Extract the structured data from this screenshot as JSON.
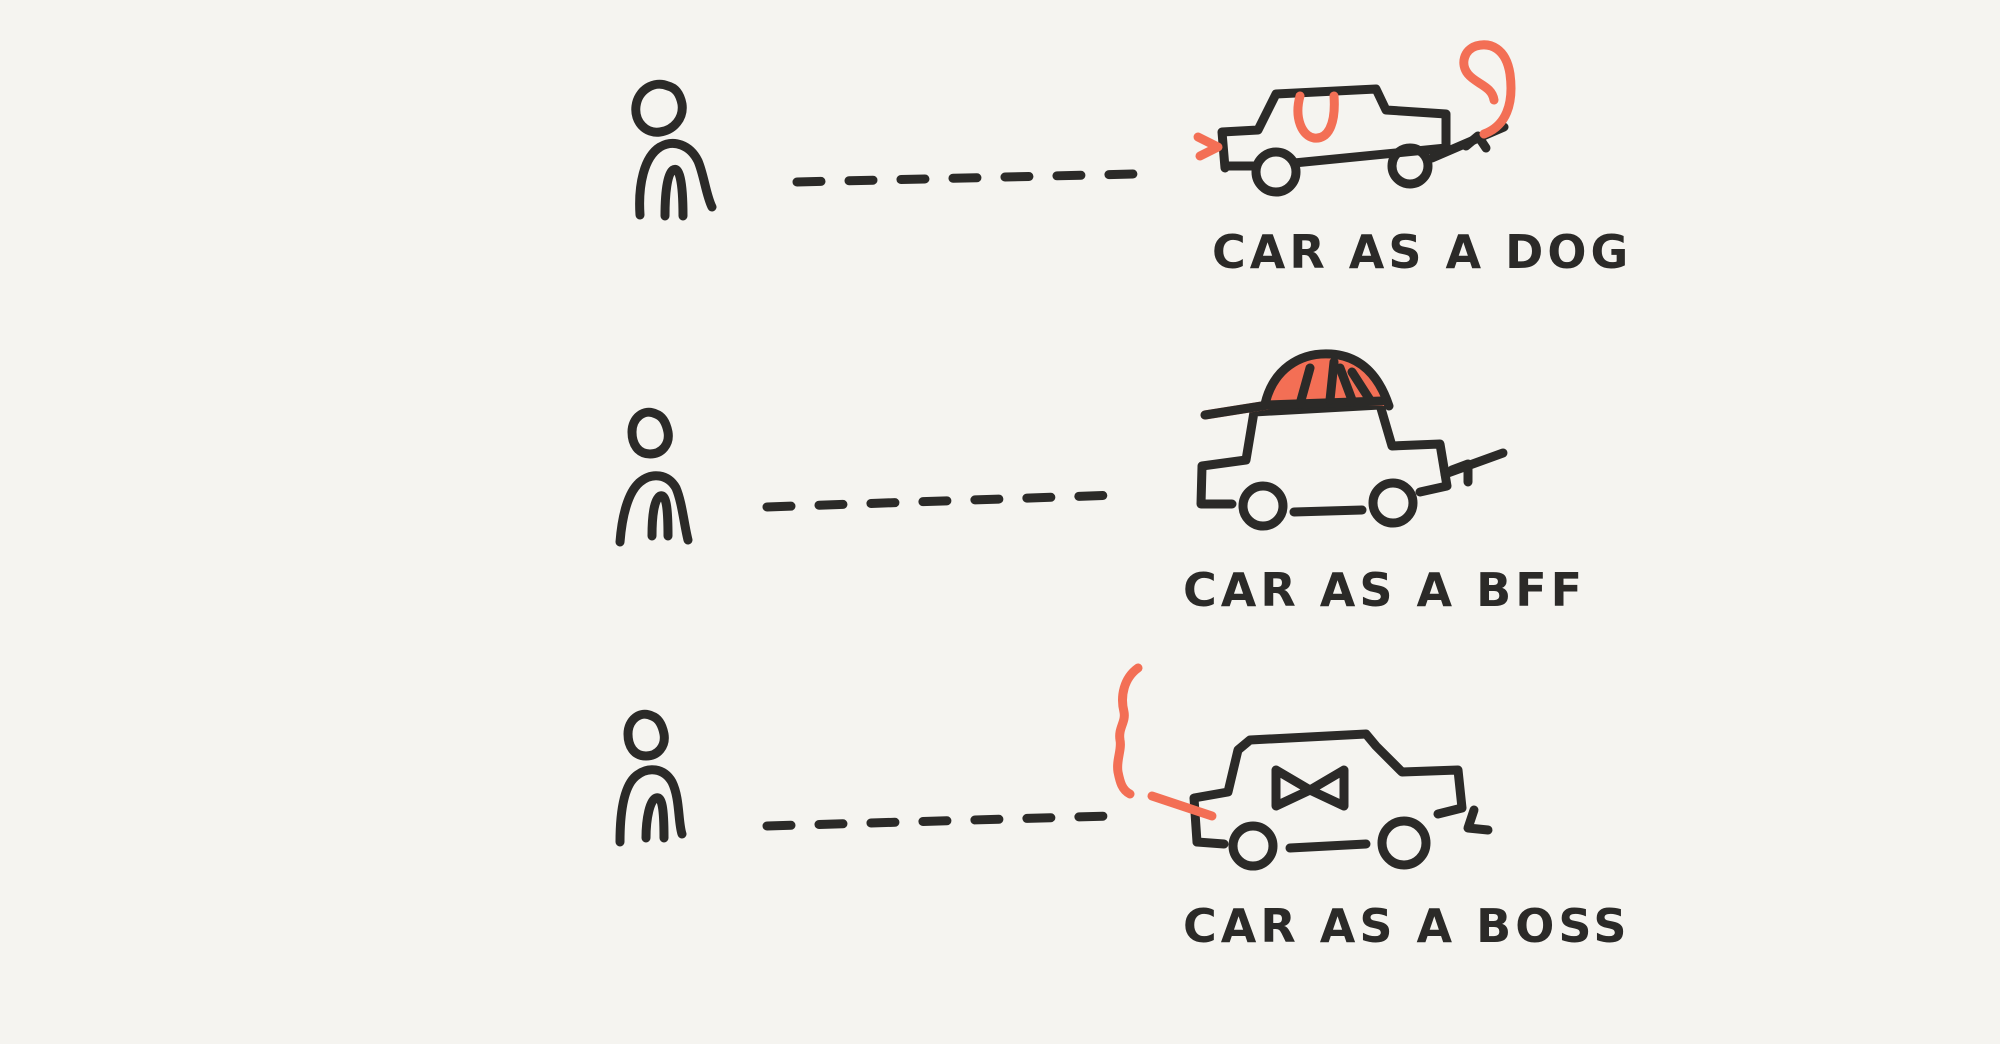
{
  "palette": {
    "background": "#f5f4f0",
    "ink": "#2b2a28",
    "accent": "#f36f55"
  },
  "rows": [
    {
      "caption": "CAR AS A DOG"
    },
    {
      "caption": "CAR AS A BFF"
    },
    {
      "caption": "CAR AS A BOSS"
    }
  ]
}
